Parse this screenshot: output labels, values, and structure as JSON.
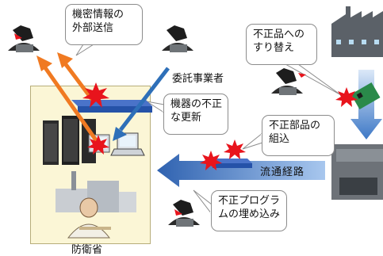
{
  "labels": {
    "secret_leak": [
      "機密情報の",
      "外部送信"
    ],
    "contractor": "委託事業者",
    "unauthorized_update": [
      "機器の不正",
      "な更新"
    ],
    "parts_swap": [
      "不正品への",
      "すり替え"
    ],
    "parts_install": [
      "不正部品の",
      "組込"
    ],
    "distribution_route": "流通経路",
    "program_embed": [
      "不正プログラ",
      "ムの埋め込み"
    ],
    "ministry": "防衛省"
  },
  "colors": {
    "orange_arrow": "#f07a22",
    "blue_arrow": "#2e6fb8",
    "distribution_arrow": "#3a75c4",
    "burst": "#e8141c",
    "ministry_fill": "#fbf6d6"
  },
  "icons": [
    "hacker-icon",
    "server-rack-icon",
    "laptop-icon",
    "network-switch-icon",
    "factory-icon",
    "circuit-board-icon",
    "machine-icon",
    "city-buildings-icon",
    "official-person-icon"
  ]
}
